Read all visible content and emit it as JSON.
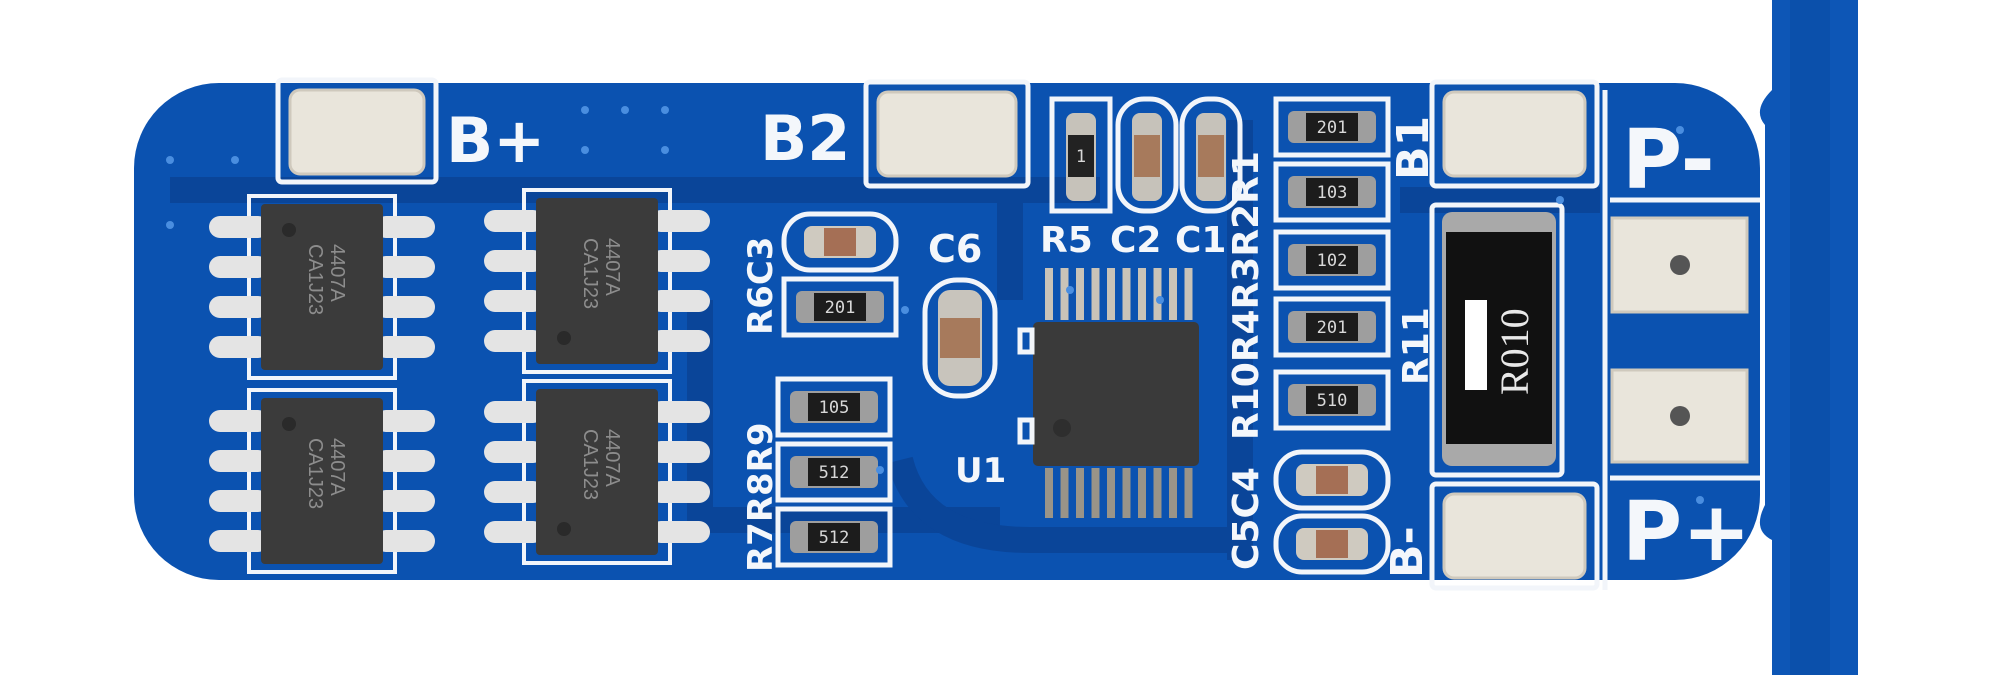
{
  "board": {
    "colors": {
      "board": "#0b52b0",
      "trace": "#0a4294",
      "silkscreen": "#f4f7fb",
      "pad": "#e9e5db",
      "chip": "#3b3b3b"
    },
    "terminals": {
      "b_plus": "B+",
      "b2": "B2",
      "b1": "B1",
      "p_minus": "P-",
      "p_plus": "P+",
      "b_minus": "B-"
    },
    "designators": {
      "c6": "C6",
      "u1": "U1",
      "r5": "R5",
      "c2": "C2",
      "c1": "C1",
      "r6c3": "R6C3",
      "r7r8r9": "R7R8R9",
      "r10r4r3r2r1": "R10R4R3R2R1",
      "r11": "R11",
      "c5c4": "C5C4"
    },
    "mosfets": [
      {
        "part": "4407A",
        "lot": "CA1J23"
      },
      {
        "part": "4407A",
        "lot": "CA1J23"
      },
      {
        "part": "4407A",
        "lot": "CA1J23"
      },
      {
        "part": "4407A",
        "lot": "CA1J23"
      }
    ],
    "shunt_resistor": {
      "marking": "R010"
    },
    "resistor_codes": {
      "r1": "201",
      "r2": "103",
      "r3": "102",
      "r4": "201",
      "r10": "510",
      "r6": "201",
      "r9": "105",
      "r8": "512",
      "r7": "512",
      "r5": "1"
    }
  }
}
